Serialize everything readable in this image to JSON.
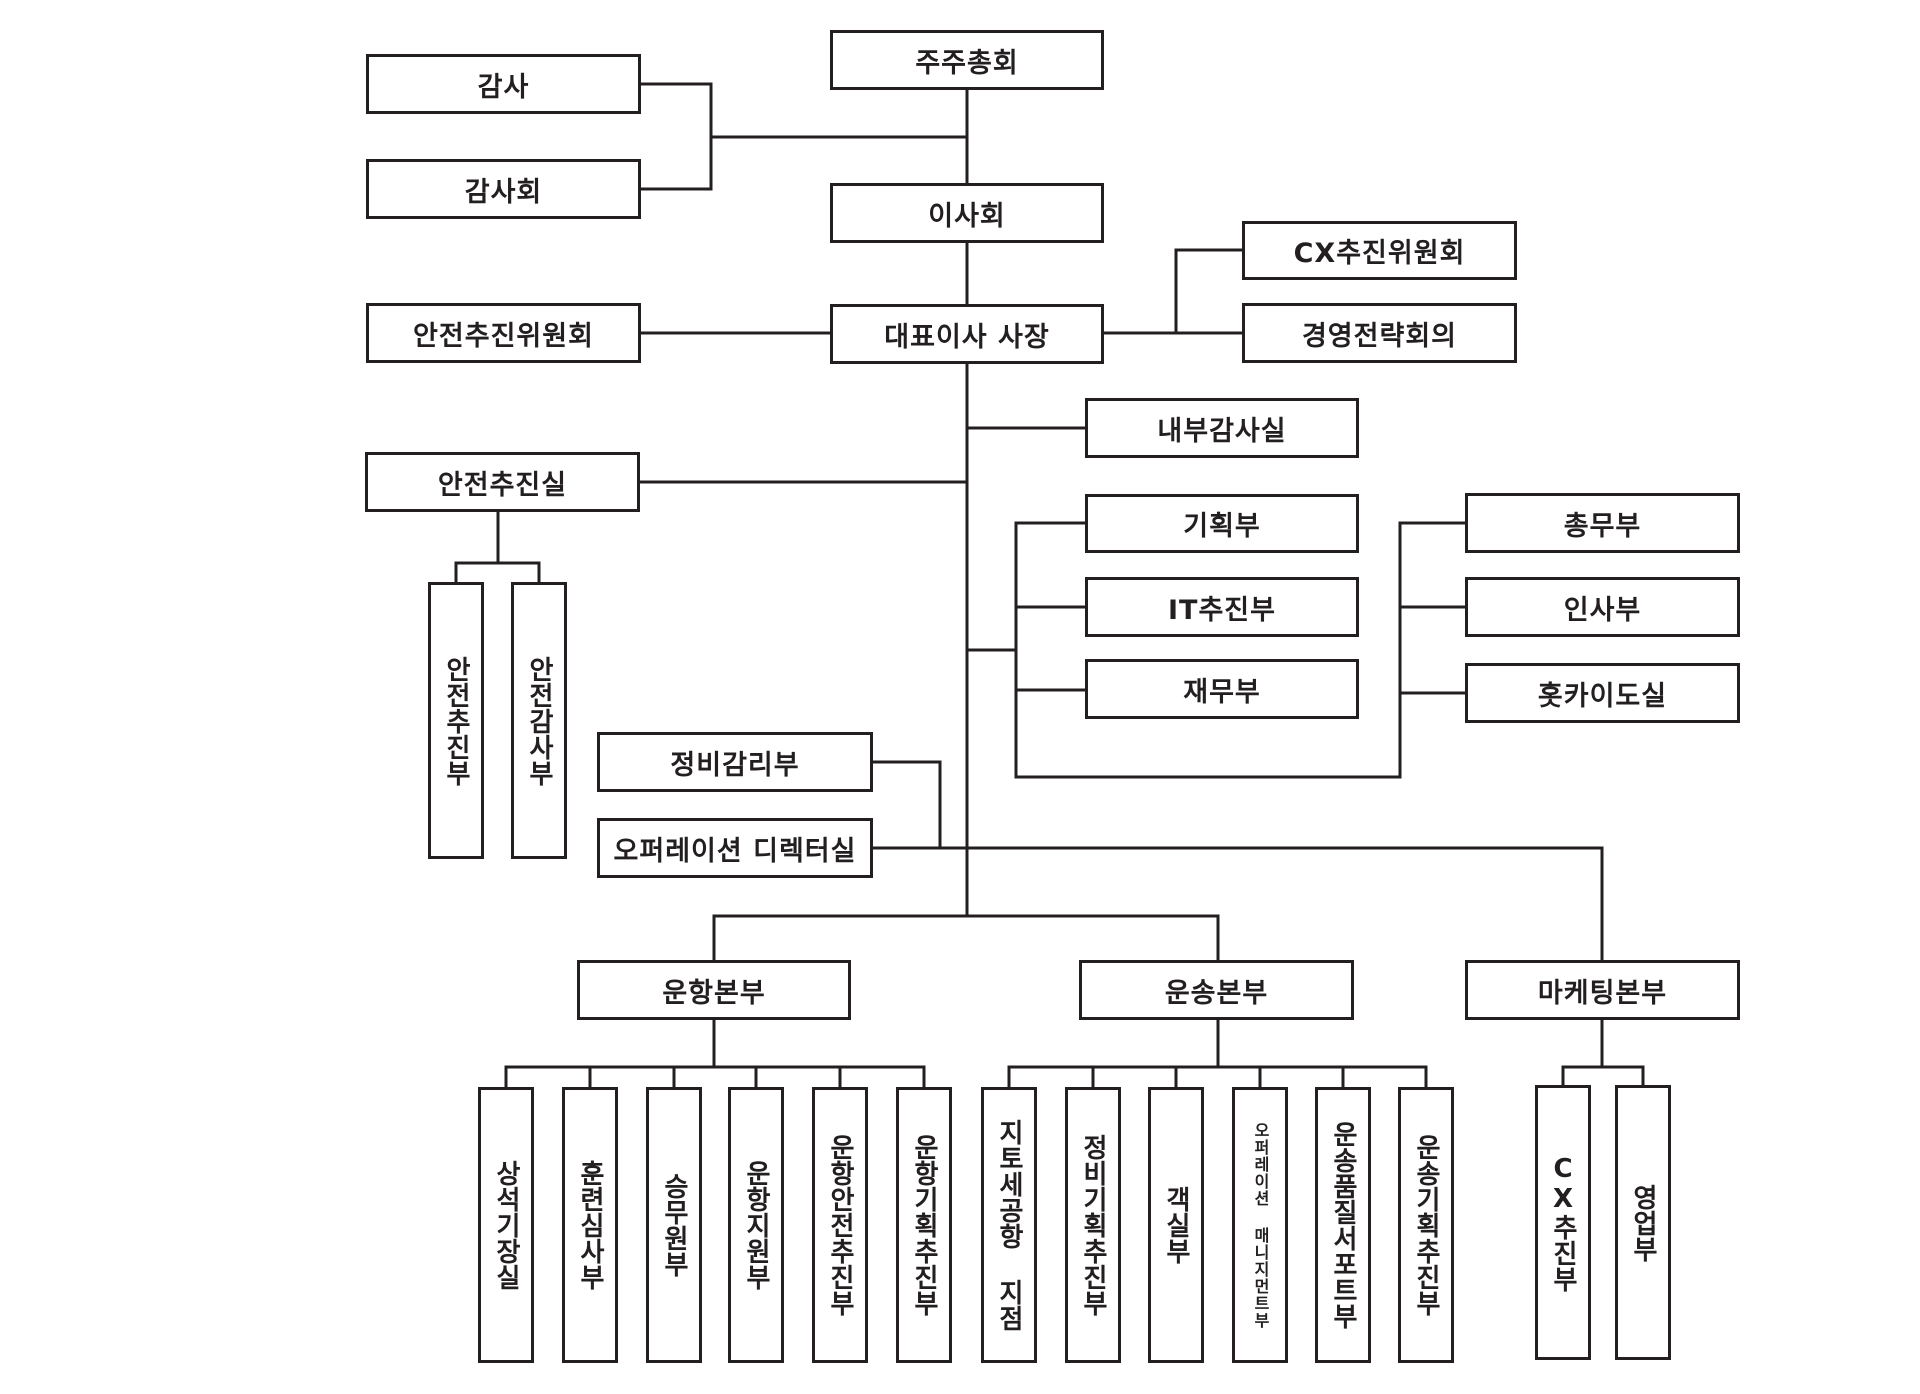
{
  "boxes": {
    "shareholders": "주주총회",
    "auditor": "감사",
    "audit_committee": "감사회",
    "board": "이사회",
    "cx_committee": "CX추진위원회",
    "strategy_meeting": "경영전략회의",
    "safety_committee": "안전추진위원회",
    "ceo": "대표이사 사장",
    "internal_audit": "내부감사실",
    "safety_office": "안전추진실",
    "safety_promotion_dept": "안전추진부",
    "safety_audit_dept": "안전감사부",
    "planning_dept": "기획부",
    "it_dept": "IT추진부",
    "finance_dept": "재무부",
    "general_affairs_dept": "총무부",
    "hr_dept": "인사부",
    "hokkaido_office": "홋카이도실",
    "maintenance_audit_dept": "정비감리부",
    "operations_director_office": "오퍼레이션 디렉터실",
    "flight_ops_hq": "운항본부",
    "transport_hq": "운송본부",
    "marketing_hq": "마케팅본부",
    "chief_captain_office": "상석기장실",
    "training_exam_dept": "훈련심사부",
    "crew_dept": "승무원부",
    "flight_support_dept": "운항지원부",
    "flight_safety_dept": "운항안전추진부",
    "flight_planning_dept": "운항기획추진부",
    "chitose_branch": "지토세공항 지점",
    "maintenance_planning_dept": "정비기획추진부",
    "cabin_dept": "객실부",
    "operations_management_dept": "오퍼레이션 매니지먼트부",
    "transport_quality_dept": "운송품질서포트부",
    "transport_planning_dept": "운송기획추진부",
    "cx_promotion_dept": "CX추진부",
    "sales_dept": "영업부"
  }
}
